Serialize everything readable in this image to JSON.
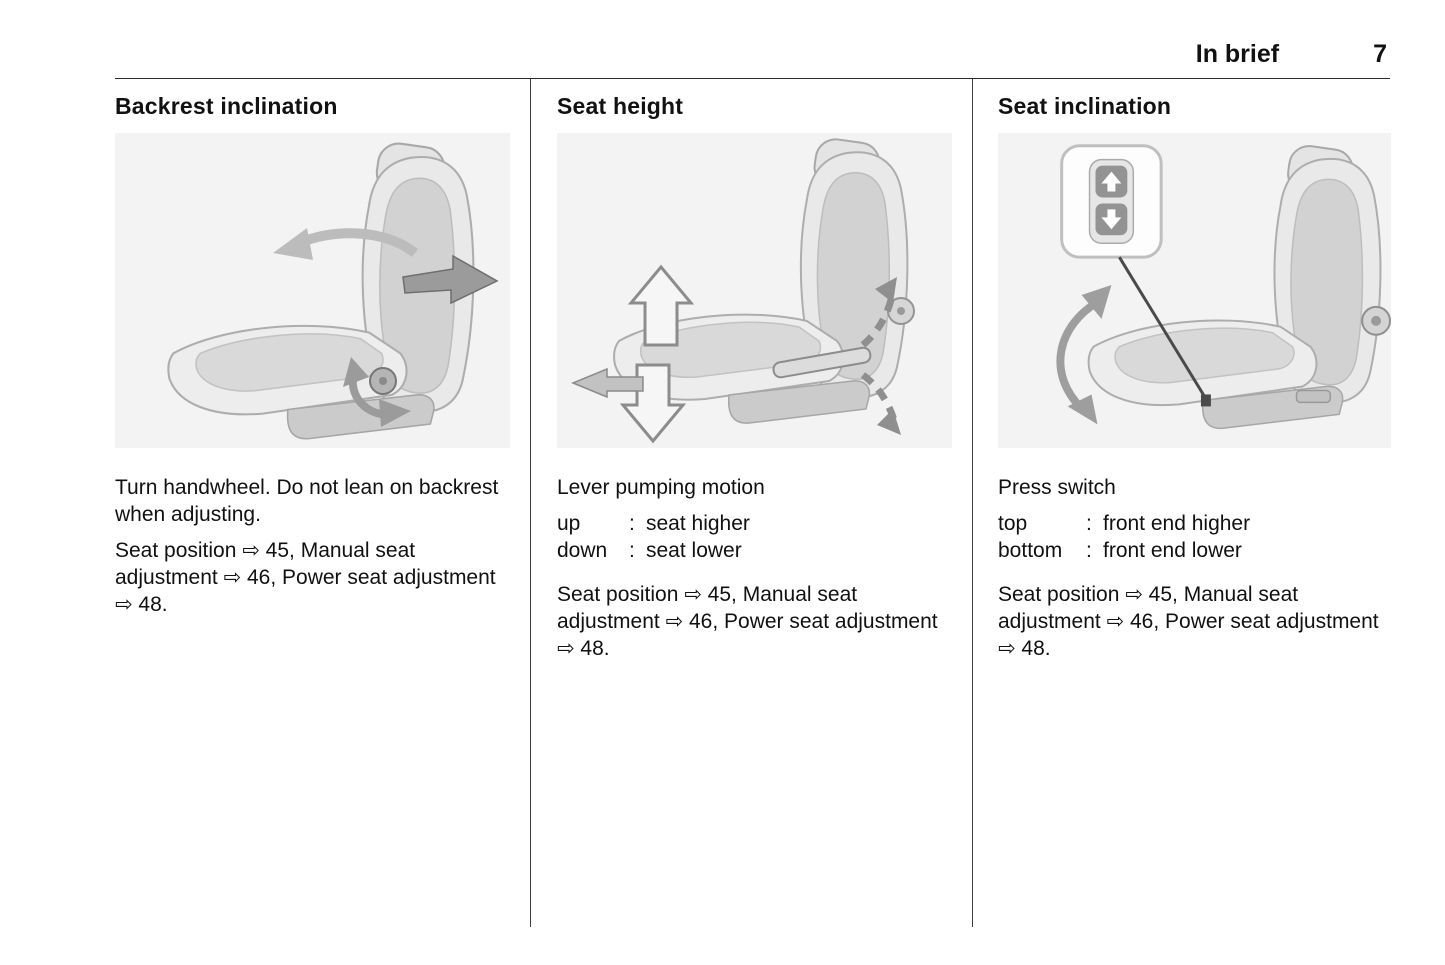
{
  "header": {
    "title": "In brief",
    "page_number": "7"
  },
  "symbols": {
    "cross_reference_arrow": "⇨"
  },
  "colors": {
    "text": "#111111",
    "rule": "#2b2b2b",
    "illustration_background": "#f3f3f3"
  },
  "columns": [
    {
      "heading": "Backrest inclination",
      "lead": "Turn handwheel. Do not lean on backrest when adjusting.",
      "refs": "Seat position ⇨ 45, Manual seat adjustment ⇨ 46, Power seat adjustment ⇨ 48."
    },
    {
      "heading": "Seat height",
      "lead": "Lever pumping motion",
      "definitions": [
        {
          "term": "up",
          "sep": ":",
          "desc": "seat higher"
        },
        {
          "term": "down",
          "sep": ":",
          "desc": "seat lower"
        }
      ],
      "refs": "Seat position ⇨ 45, Manual seat adjustment ⇨ 46, Power seat adjustment ⇨ 48."
    },
    {
      "heading": "Seat inclination",
      "lead": "Press switch",
      "definitions": [
        {
          "term": "top",
          "sep": ":",
          "desc": "front end higher"
        },
        {
          "term": "bottom",
          "sep": ":",
          "desc": "front end lower"
        }
      ],
      "refs": "Seat position ⇨ 45, Manual seat adjustment ⇨ 46, Power seat adjustment ⇨ 48."
    }
  ]
}
